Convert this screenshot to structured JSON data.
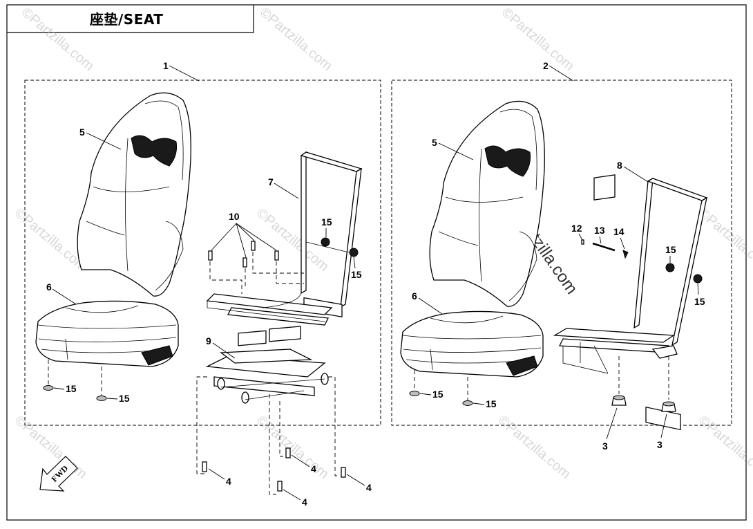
{
  "diagram": {
    "title": "座垫/SEAT",
    "watermark": "©Partzilla.com",
    "fwd_label": "FWD",
    "callouts": {
      "c1": "1",
      "c2": "2",
      "l5": "5",
      "l6": "6",
      "l7": "7",
      "l10": "10",
      "l15a": "15",
      "l15b": "15",
      "l15c": "15",
      "l15d": "15",
      "l9": "9",
      "l4a": "4",
      "l4b": "4",
      "l4c": "4",
      "l4d": "4",
      "r5": "5",
      "r8": "8",
      "r12": "12",
      "r13": "13",
      "r14": "14",
      "r15a": "15",
      "r15b": "15",
      "r6": "6",
      "r15c": "15",
      "r15d": "15",
      "r3a": "3",
      "r3b": "3"
    }
  }
}
